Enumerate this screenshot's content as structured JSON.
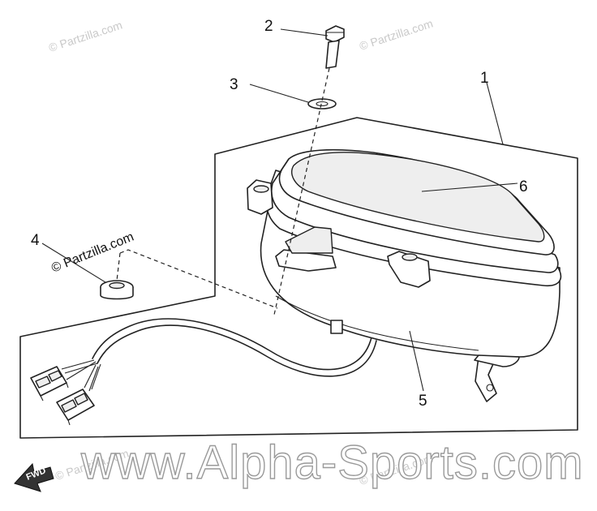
{
  "callouts": [
    {
      "number": "1",
      "part": "instrument cluster assembly (frame)"
    },
    {
      "number": "2",
      "part": "bolt"
    },
    {
      "number": "3",
      "part": "washer"
    },
    {
      "number": "4",
      "part": "grommet"
    },
    {
      "number": "5",
      "part": "meter housing"
    },
    {
      "number": "6",
      "part": "lens cover"
    }
  ],
  "watermarks": {
    "partzilla": "© Partzilla.com",
    "partzilla_prominent": "© Partzilla.com",
    "alpha_sports": "www.Alpha-Sports.com"
  },
  "direction_arrow": {
    "label": "FWD",
    "icon": "forward-arrow-icon"
  },
  "colors": {
    "line": "#222222",
    "background": "#ffffff",
    "watermark": "#c9c9c9"
  }
}
